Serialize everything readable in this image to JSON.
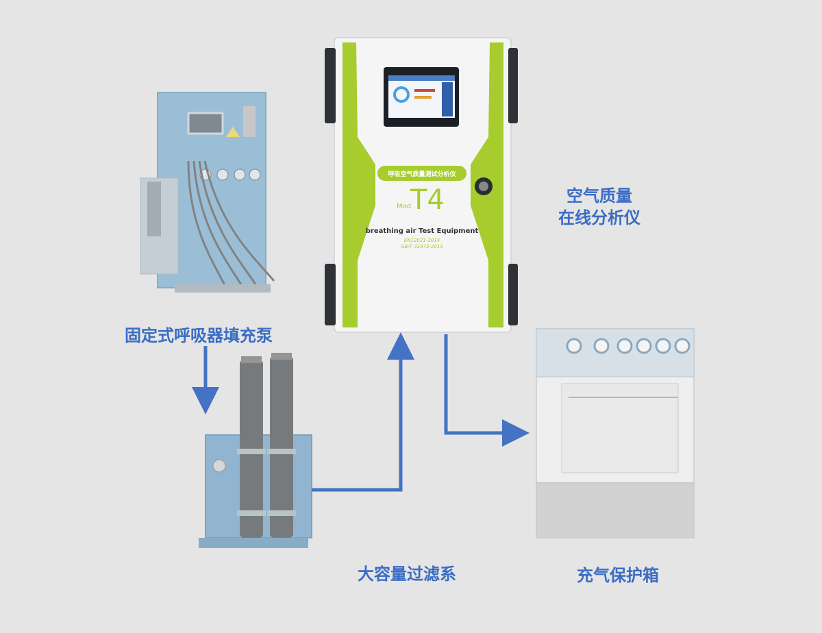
{
  "labels": {
    "analyzer_line1": "空气质量",
    "analyzer_line2": "在线分析仪",
    "compressor": "固定式呼吸器填充泵",
    "filter": "大容量过滤系",
    "fill_box": "充气保护箱"
  },
  "device": {
    "name_cn": "呼吸空气质量测试分析仪",
    "model_prefix": "Mod.",
    "model": "T4",
    "name_en": "breathing air Test Equipment",
    "standard_1": "EN12021-2014",
    "standard_2": "GB/T 31975-2015"
  },
  "colors": {
    "arrow": "#4472c4",
    "label": "#3a6cc4",
    "accent_green": "#a6cc2e",
    "compressor_blue": "#7fb3d6"
  }
}
